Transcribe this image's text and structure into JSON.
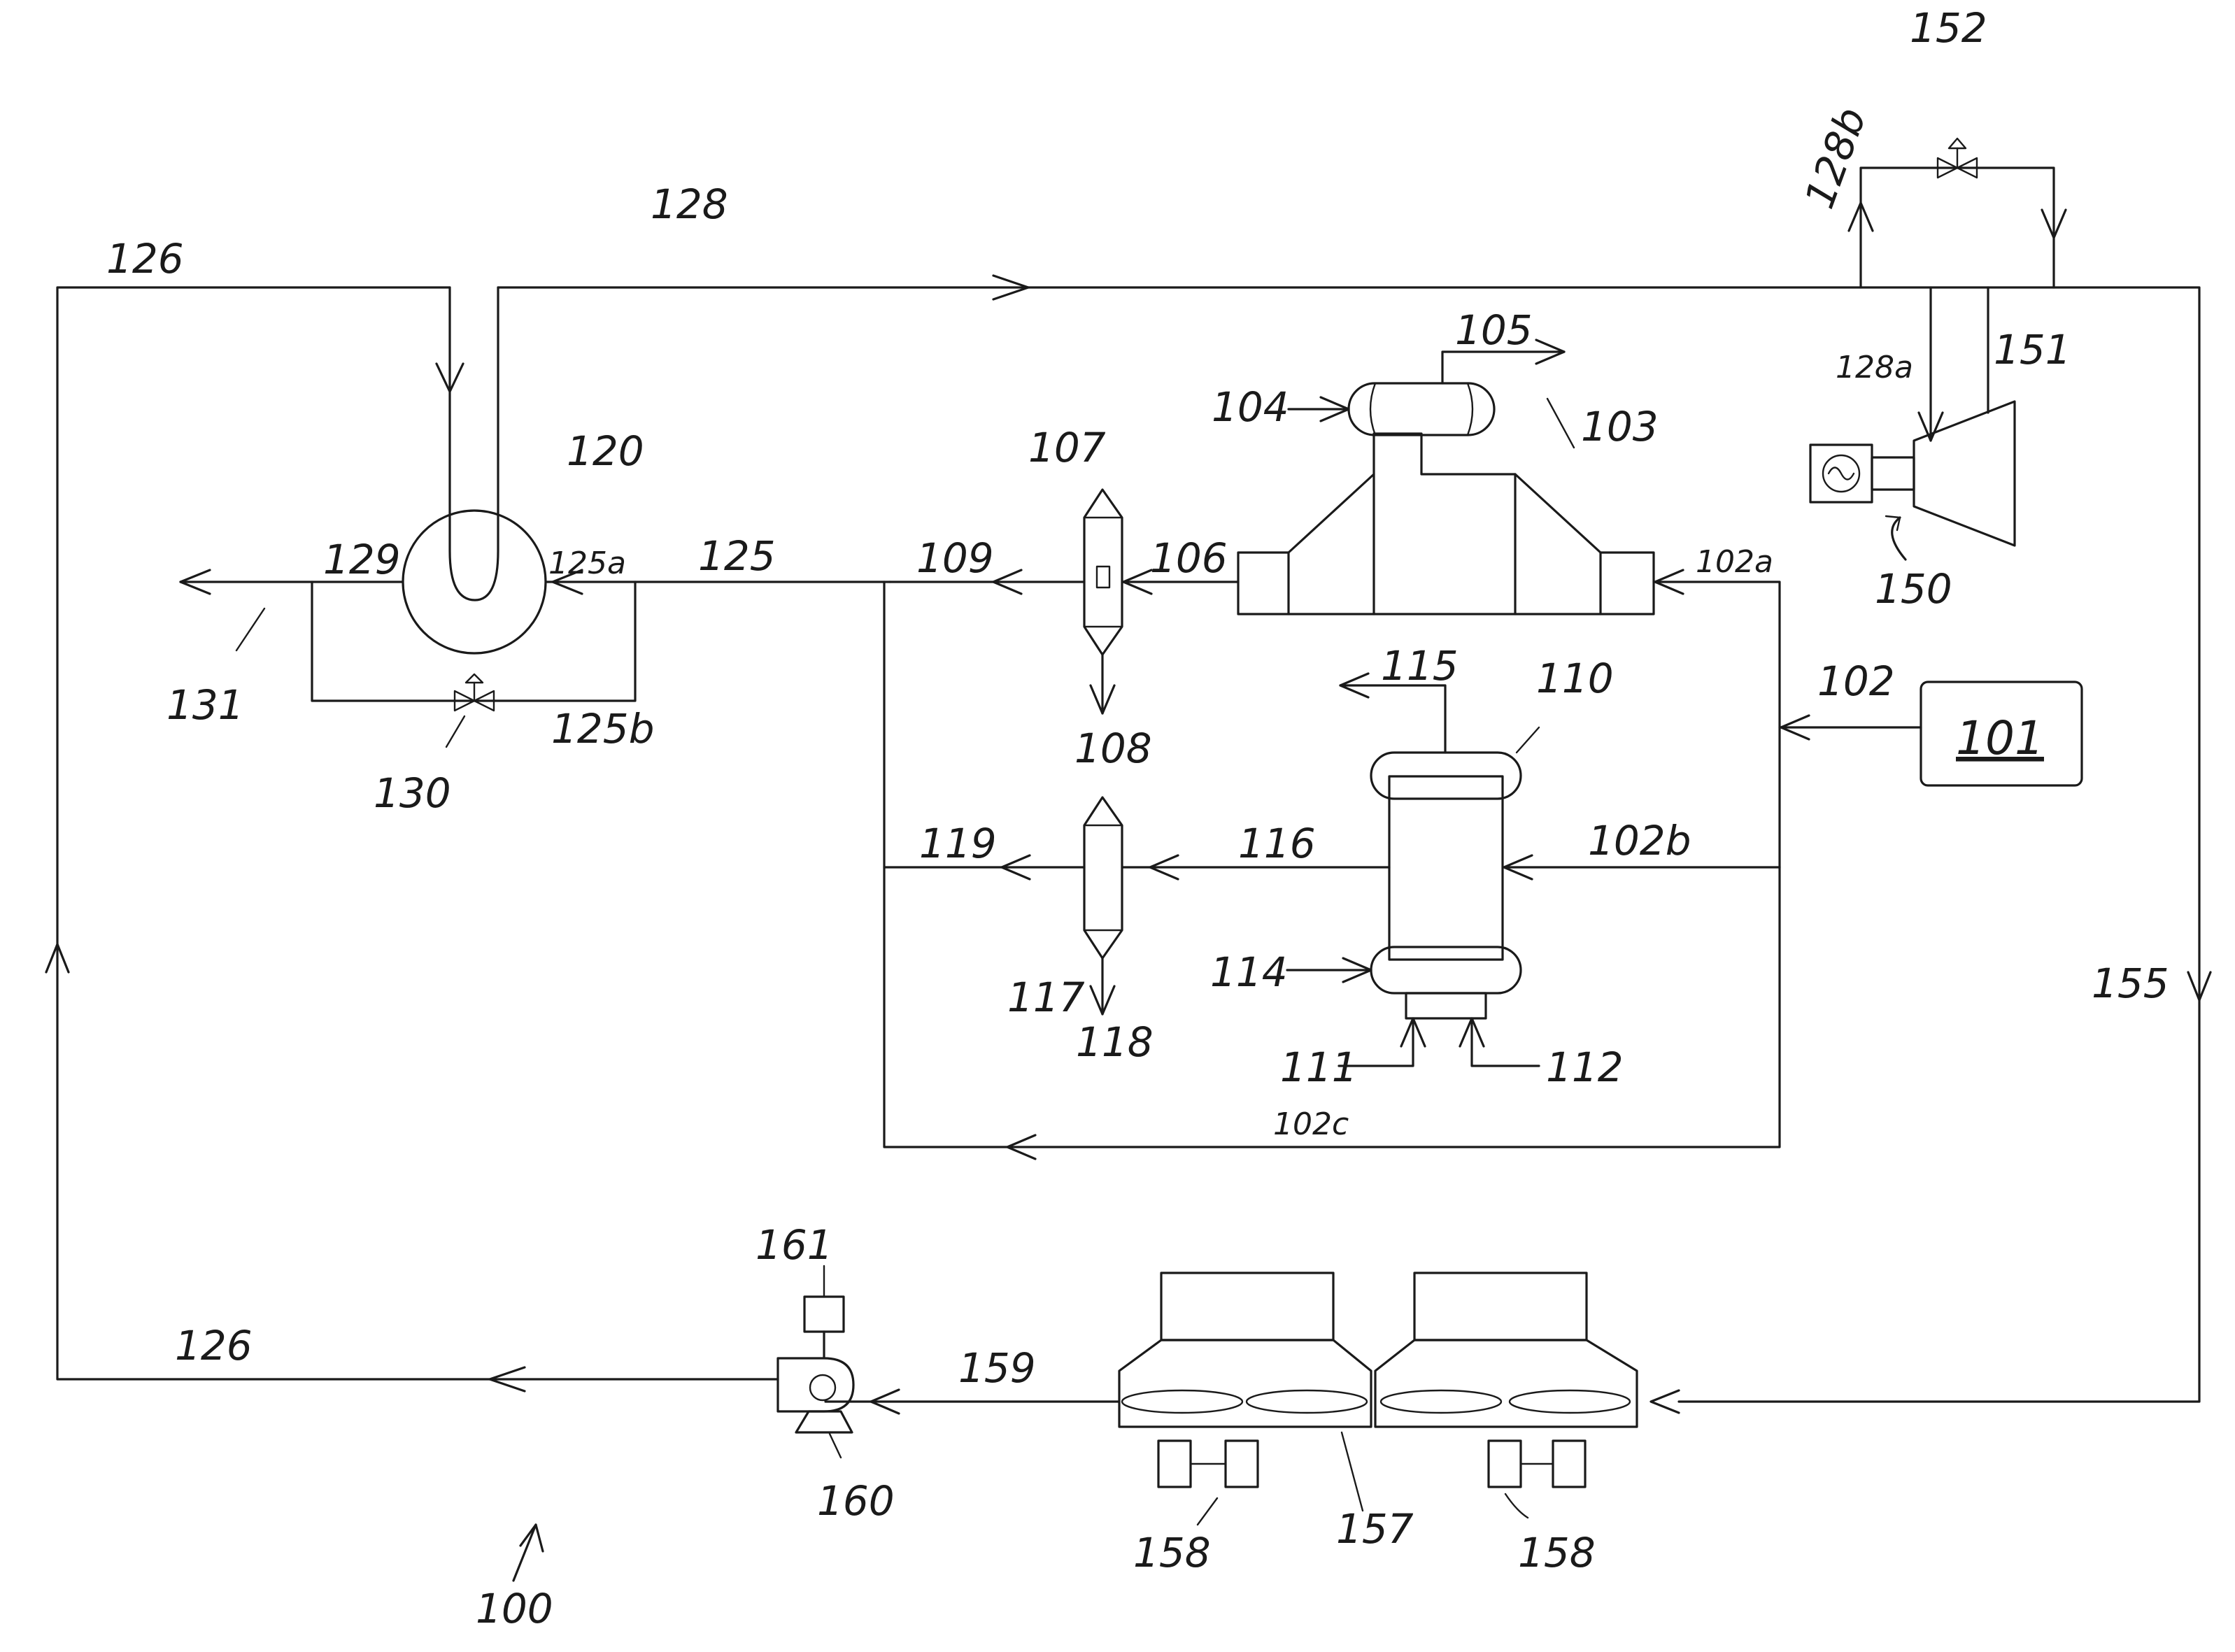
{
  "labels": {
    "l100": "100",
    "l101": "101",
    "l102": "102",
    "l102a": "102a",
    "l102b": "102b",
    "l102c": "102c",
    "l103": "103",
    "l104": "104",
    "l105": "105",
    "l106": "106",
    "l107": "107",
    "l108": "108",
    "l109": "109",
    "l110": "110",
    "l111": "111",
    "l112": "112",
    "l114": "114",
    "l115": "115",
    "l116": "116",
    "l117": "117",
    "l118": "118",
    "l119": "119",
    "l120": "120",
    "l125": "125",
    "l125a": "125a",
    "l125b": "125b",
    "l126_top": "126",
    "l126_bottom": "126",
    "l128": "128",
    "l128a": "128a",
    "l128b": "128b",
    "l129": "129",
    "l130": "130",
    "l131": "131",
    "l150": "150",
    "l151": "151",
    "l152": "152",
    "l155": "155",
    "l157": "157",
    "l158_left": "158",
    "l158_right": "158",
    "l159": "159",
    "l160": "160",
    "l161": "161"
  }
}
